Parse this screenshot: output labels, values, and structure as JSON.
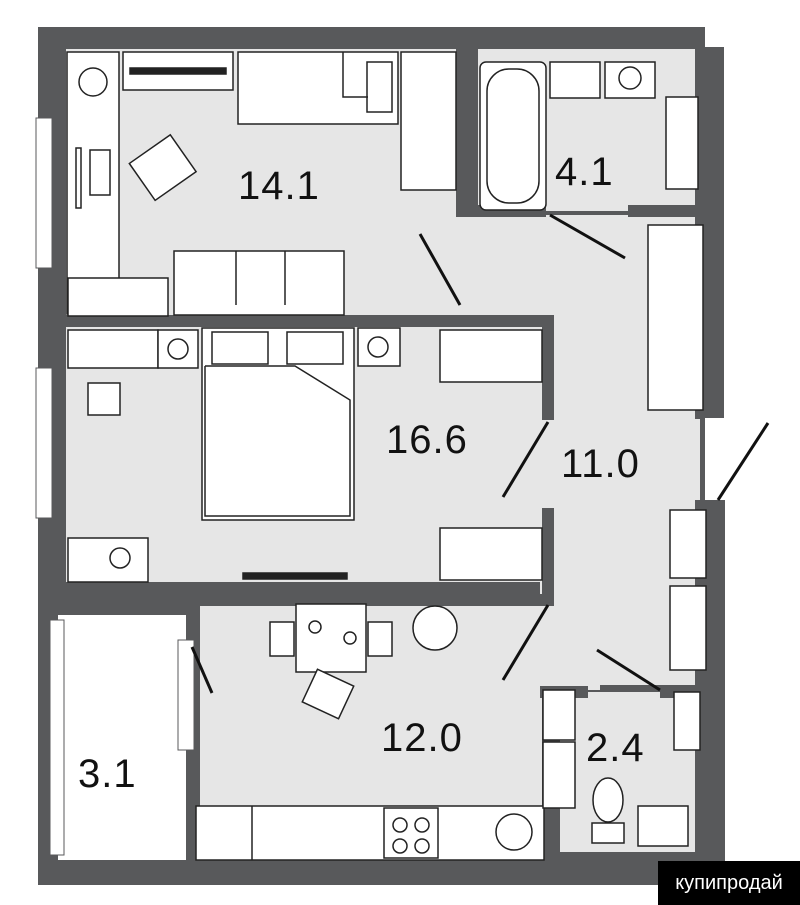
{
  "plan": {
    "rooms": [
      {
        "id": "room-living",
        "area_label": "14.1"
      },
      {
        "id": "room-bedroom",
        "area_label": "16.6"
      },
      {
        "id": "room-hall",
        "area_label": "11.0"
      },
      {
        "id": "room-kitchen",
        "area_label": "12.0"
      },
      {
        "id": "room-bathroom",
        "area_label": "4.1"
      },
      {
        "id": "room-wc",
        "area_label": "2.4"
      },
      {
        "id": "room-balcony",
        "area_label": "3.1"
      }
    ],
    "colors": {
      "wall": "#58595b",
      "floor": "#e6e6e6",
      "balcony_floor": "#ffffff",
      "furniture_stroke": "#222222",
      "furniture_fill": "#ffffff"
    }
  },
  "watermark": {
    "text": "купипродай"
  }
}
